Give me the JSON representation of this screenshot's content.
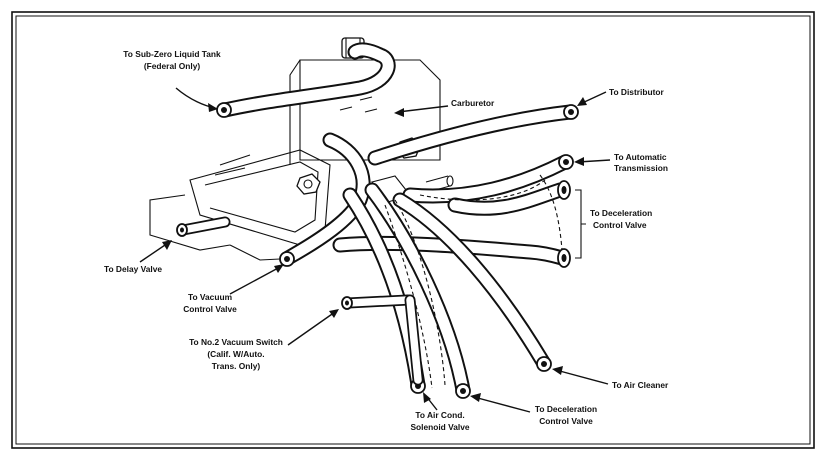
{
  "labels": {
    "sub_zero_1": "To Sub-Zero Liquid Tank",
    "sub_zero_2": "(Federal Only)",
    "carburetor": "Carburetor",
    "distributor": "To Distributor",
    "auto_trans_1": "To Automatic",
    "auto_trans_2": "Transmission",
    "decel_right_1": "To Deceleration",
    "decel_right_2": "Control Valve",
    "delay_valve": "To Delay Valve",
    "vacuum_ctrl_1": "To Vacuum",
    "vacuum_ctrl_2": "Control Valve",
    "no2_switch_1": "To No.2 Vacuum Switch",
    "no2_switch_2": "(Calif. W/Auto.",
    "no2_switch_3": "Trans. Only)",
    "air_cleaner": "To Air Cleaner",
    "air_cond_1": "To Air Cond.",
    "air_cond_2": "Solenoid Valve",
    "decel_bottom_1": "To Deceleration",
    "decel_bottom_2": "Control Valve"
  }
}
